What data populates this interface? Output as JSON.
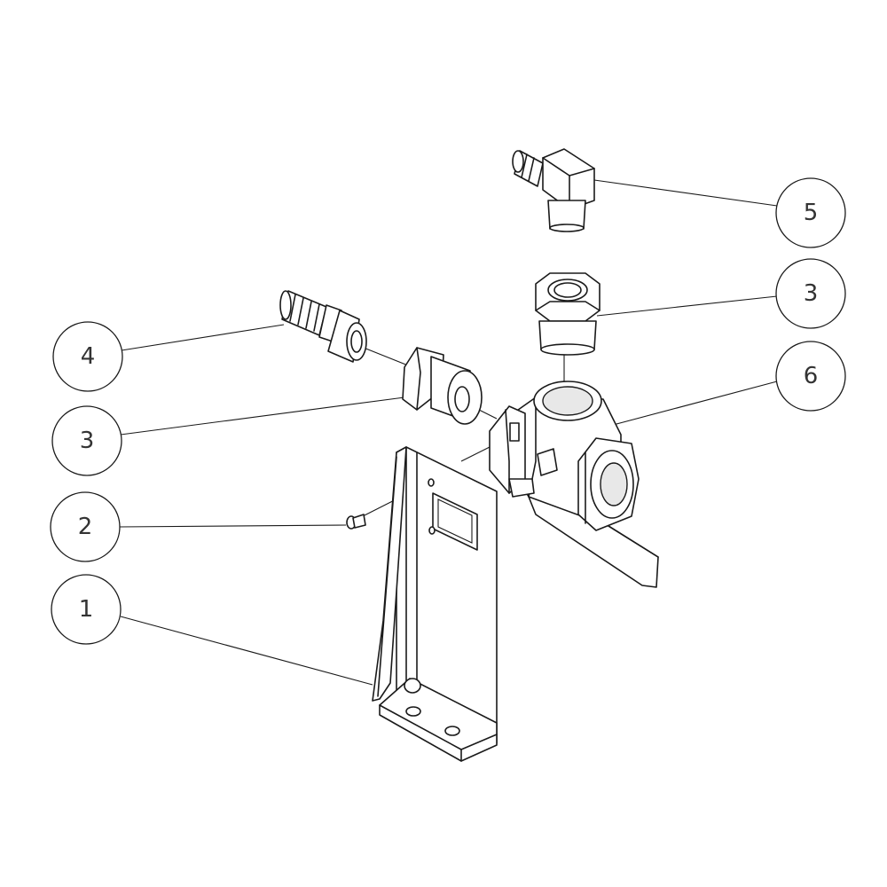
{
  "callouts": [
    {
      "id": "callout-1",
      "text": "1"
    },
    {
      "id": "callout-2",
      "text": "2"
    },
    {
      "id": "callout-3a",
      "text": "3"
    },
    {
      "id": "callout-4",
      "text": "4"
    },
    {
      "id": "callout-5",
      "text": "5"
    },
    {
      "id": "callout-3b",
      "text": "3"
    },
    {
      "id": "callout-6",
      "text": "6"
    }
  ],
  "colors": {
    "line": "#1a1a1a",
    "background": "#ffffff",
    "label": "#333333"
  }
}
